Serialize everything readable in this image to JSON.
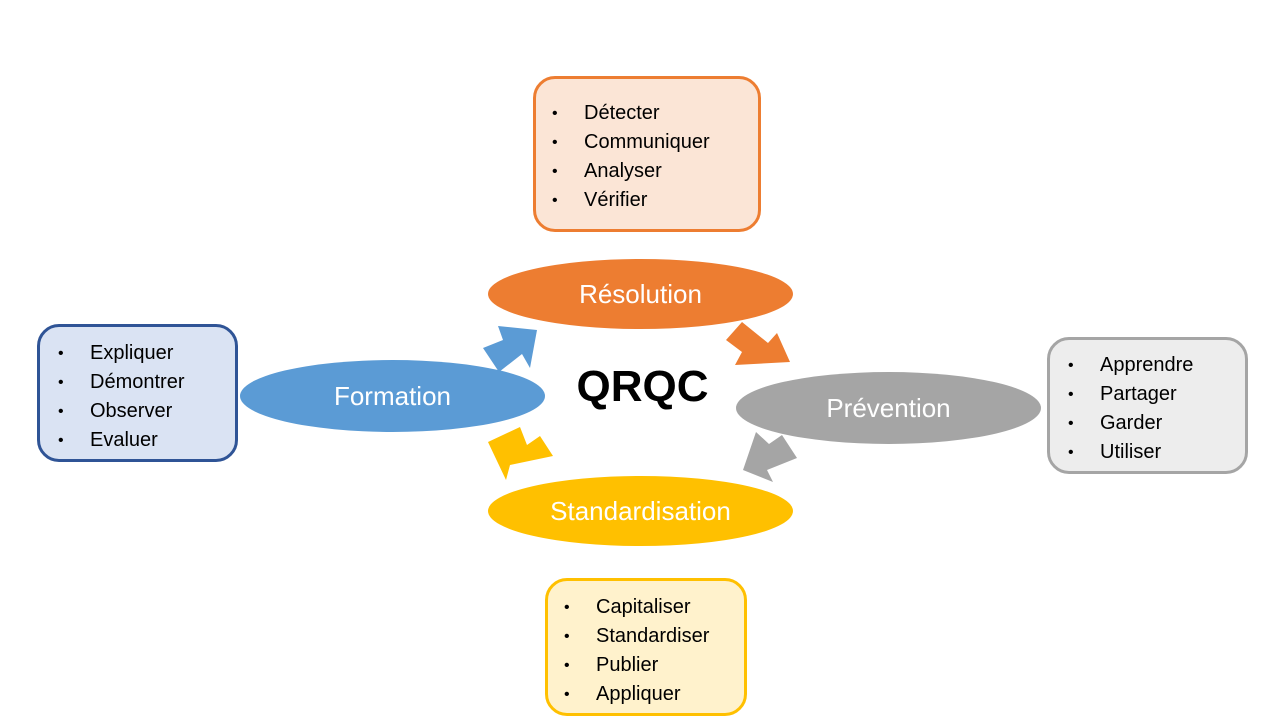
{
  "center": {
    "title": "QRQC"
  },
  "stages": {
    "resolution": {
      "label": "Résolution",
      "color": "#ed7d31",
      "items": [
        "Détecter",
        "Communiquer",
        "Analyser",
        "Vérifier"
      ]
    },
    "prevention": {
      "label": "Prévention",
      "color": "#a5a5a5",
      "items": [
        "Apprendre",
        "Partager",
        "Garder",
        "Utiliser"
      ]
    },
    "standardisation": {
      "label": "Standardisation",
      "color": "#ffc000",
      "items": [
        "Capitaliser",
        "Standardiser",
        "Publier",
        "Appliquer"
      ]
    },
    "formation": {
      "label": "Formation",
      "color": "#5b9bd5",
      "items": [
        "Expliquer",
        "Démontrer",
        "Observer",
        "Evaluer"
      ]
    }
  },
  "bullet": "•",
  "cycle_order": [
    "formation",
    "resolution",
    "prevention",
    "standardisation"
  ]
}
